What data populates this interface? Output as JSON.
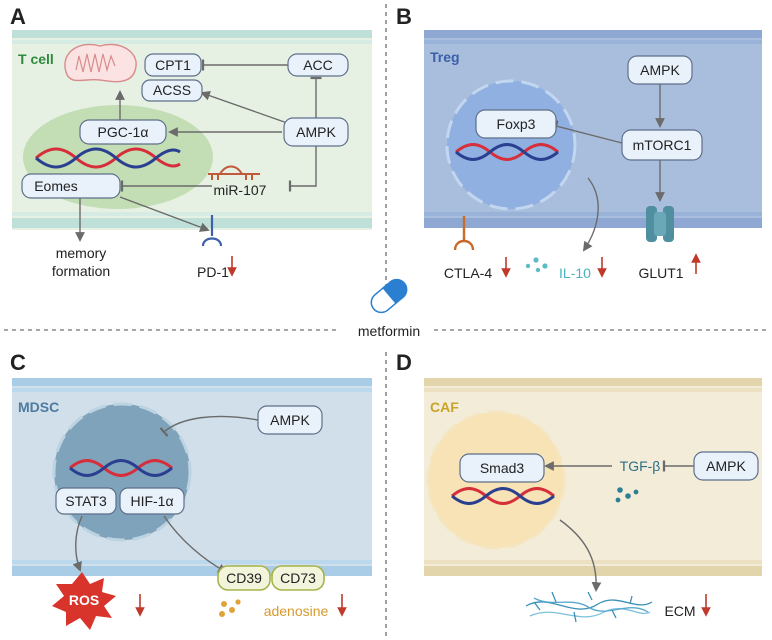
{
  "panels": {
    "A": {
      "letter": "A",
      "cell": "T cell",
      "nodes": {
        "cpt1": "CPT1",
        "acss": "ACSS",
        "acc": "ACC",
        "pgc": "PGC-1α",
        "ampk": "AMPK",
        "eomes": "Eomes",
        "mir": "miR-107"
      },
      "outputs": {
        "memory1": "memory",
        "memory2": "formation",
        "pd1": "PD-1"
      }
    },
    "B": {
      "letter": "B",
      "cell": "Treg",
      "nodes": {
        "ampk": "AMPK",
        "foxp3": "Foxp3",
        "mtorc1": "mTORC1"
      },
      "outputs": {
        "ctla4": "CTLA-4",
        "il10": "IL-10",
        "glut1": "GLUT1"
      }
    },
    "C": {
      "letter": "C",
      "cell": "MDSC",
      "nodes": {
        "ampk": "AMPK",
        "stat3": "STAT3",
        "hif": "HIF-1α",
        "cd39": "CD39",
        "cd73": "CD73"
      },
      "outputs": {
        "ros": "ROS",
        "adenosine": "adenosine"
      }
    },
    "D": {
      "letter": "D",
      "cell": "CAF",
      "nodes": {
        "smad3": "Smad3",
        "tgfb": "TGF-β",
        "ampk": "AMPK"
      },
      "outputs": {
        "ecm": "ECM"
      }
    }
  },
  "center": {
    "drug": "metformin"
  },
  "colors": {
    "up_arrow": "#c0392b",
    "down_arrow": "#c0392b",
    "dna_red": "#d62e3a",
    "dna_blue": "#2a3f8f",
    "tcell_bg": "#e6f1e4",
    "treg_bg": "#a9bedd",
    "mdsc_bg": "#d0dfe9",
    "caf_bg": "#f2ecd9"
  }
}
